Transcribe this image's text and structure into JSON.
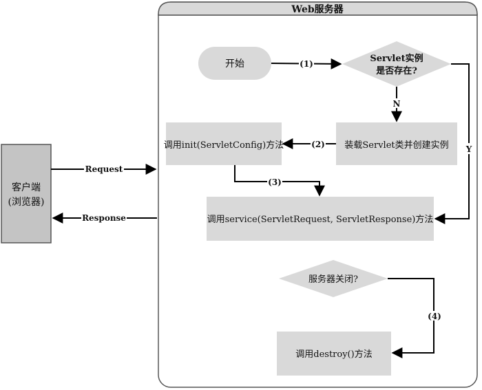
{
  "server": {
    "title": "Web服务器"
  },
  "client": {
    "line1": "客户端",
    "line2": "(浏览器)"
  },
  "nodes": {
    "start": "开始",
    "exists_q_line1": "Servlet实例",
    "exists_q_line2": "是否存在?",
    "load": "装载Servlet类并创建实例",
    "init": "调用init(ServletConfig)方法",
    "service": "调用service(ServletRequest, ServletResponse)方法",
    "shutdown_q": "服务器关闭?",
    "destroy": "调用destroy()方法"
  },
  "edges": {
    "step1": "(1)",
    "step2": "(2)",
    "step3": "(3)",
    "step4": "(4)",
    "no": "N",
    "yes": "Y",
    "request": "Request",
    "response": "Response"
  },
  "colors": {
    "box_fill": "#d9d9d9",
    "client_fill": "#c4c4c4",
    "line": "#000000",
    "frame": "#555555"
  }
}
